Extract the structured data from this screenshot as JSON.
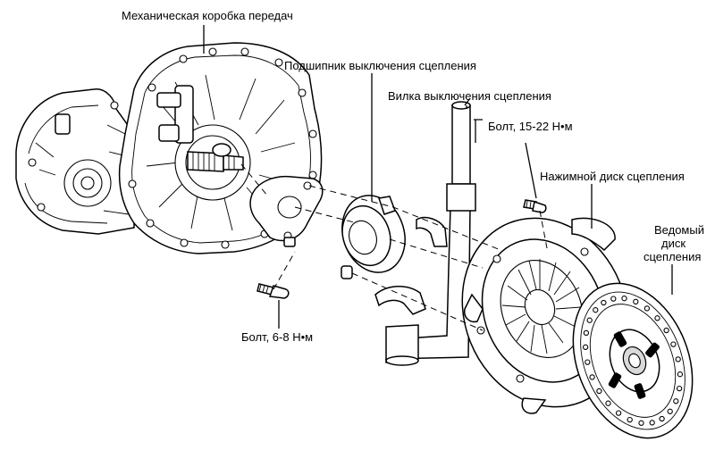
{
  "labels": {
    "gearbox": "Механическая коробка передач",
    "release_bearing": "Подшипник выключения сцепления",
    "release_fork": "Вилка выключения сцепления",
    "bolt_15_22": "Болт, 15-22 Н•м",
    "pressure_plate": "Нажимной диск сцепления",
    "driven_disc_line1": "Ведомый",
    "driven_disc_line2": "диск",
    "driven_disc_line3": "сцепления",
    "bolt_6_8": "Болт, 6-8 Н•м"
  }
}
